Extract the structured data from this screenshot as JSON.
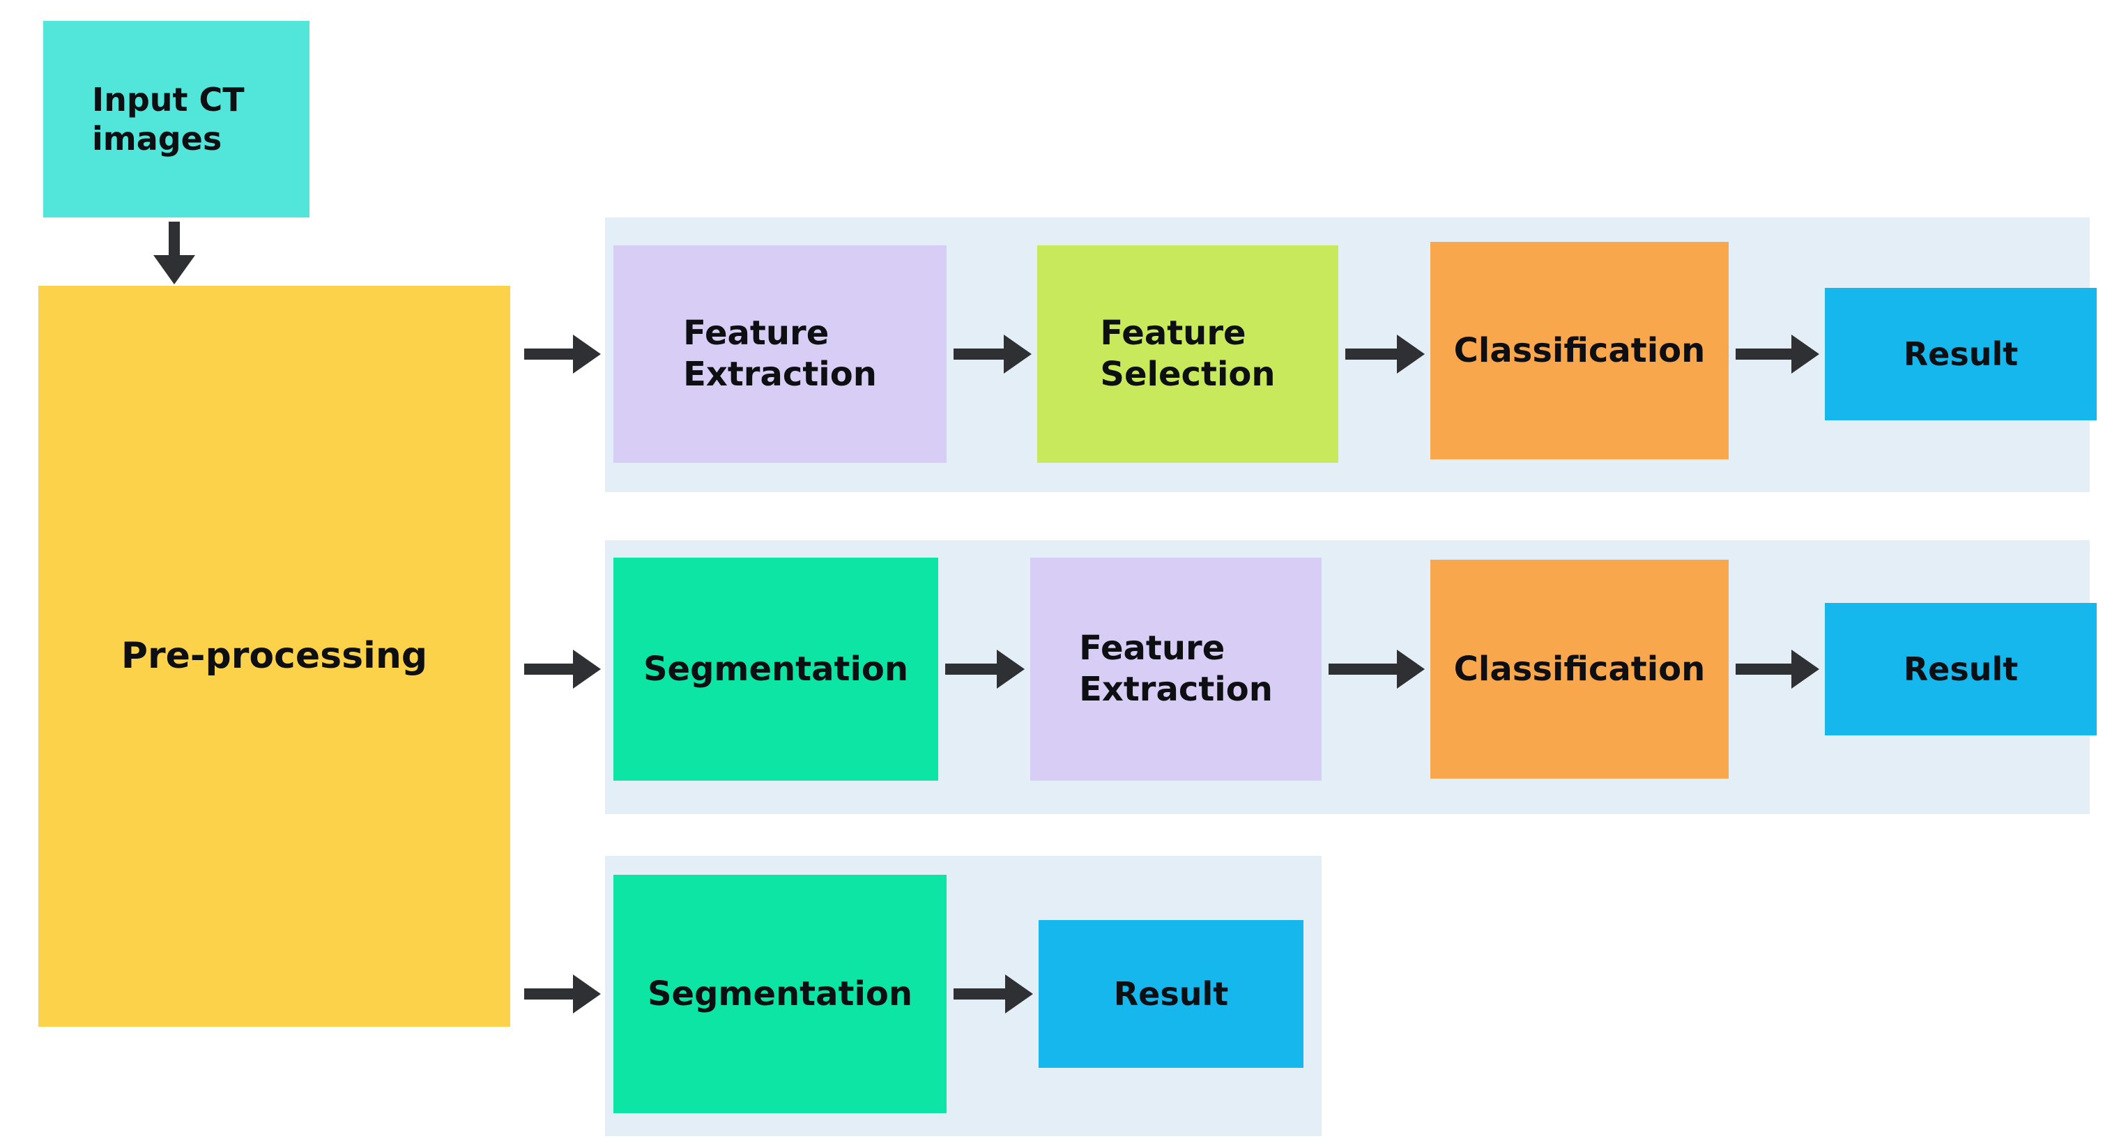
{
  "title": "CT image processing pipeline flowchart",
  "colors": {
    "input_ct": "#52E5D9",
    "preprocessing": "#FCD24B",
    "feature_extraction": "#D8CDF4",
    "feature_selection": "#C8E95B",
    "classification": "#F9A74D",
    "segmentation": "#0DE5A4",
    "result": "#15B7ED",
    "row_band": "#E4EEF6",
    "arrow": "#2E3034",
    "text": "#0E0F12"
  },
  "nodes": {
    "input_ct": {
      "label": "Input CT\nimages",
      "color": "#52E5D9"
    },
    "preprocessing": {
      "label": "Pre-processing",
      "color": "#FCD24B"
    }
  },
  "pipelines": [
    {
      "name": "pipeline-1",
      "steps": [
        {
          "id": "feature-extraction",
          "label": "Feature\nExtraction",
          "color": "#D8CDF4"
        },
        {
          "id": "feature-selection",
          "label": "Feature\nSelection",
          "color": "#C8E95B"
        },
        {
          "id": "classification",
          "label": "Classification",
          "color": "#F9A74D"
        },
        {
          "id": "result",
          "label": "Result",
          "color": "#15B7ED"
        }
      ]
    },
    {
      "name": "pipeline-2",
      "steps": [
        {
          "id": "segmentation",
          "label": "Segmentation",
          "color": "#0DE5A4"
        },
        {
          "id": "feature-extraction",
          "label": "Feature\nExtraction",
          "color": "#D8CDF4"
        },
        {
          "id": "classification",
          "label": "Classification",
          "color": "#F9A74D"
        },
        {
          "id": "result",
          "label": "Result",
          "color": "#15B7ED"
        }
      ]
    },
    {
      "name": "pipeline-3",
      "steps": [
        {
          "id": "segmentation",
          "label": "Segmentation",
          "color": "#0DE5A4"
        },
        {
          "id": "result",
          "label": "Result",
          "color": "#15B7ED"
        }
      ]
    }
  ]
}
